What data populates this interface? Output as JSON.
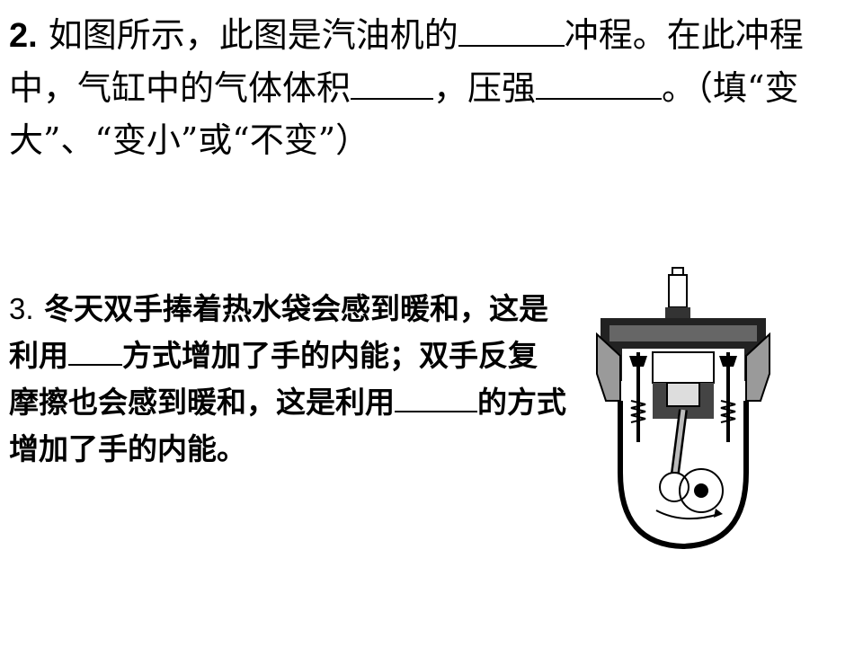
{
  "question2": {
    "number": "2.",
    "text_1": " 如图所示，此图是汽油机的",
    "text_2": "冲程。在此冲程中，气缸中的气体体积",
    "text_3": "，压强",
    "text_4": "。（填“变大”、“变小”或“不变”）"
  },
  "question3": {
    "number": "3.",
    "text_1": " 冬天双手捧着热水袋会感到暖和，这是利用",
    "text_2": "方式增加了手的内能；双手反复摩擦也会感到暖和，这是利用",
    "text_3": "的方式增加了手的内能。"
  },
  "figure": {
    "icon": "engine-cylinder-diagram-icon"
  }
}
